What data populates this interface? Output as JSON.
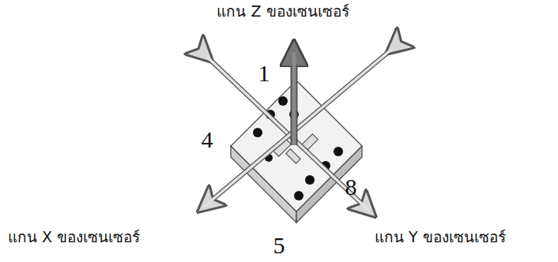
{
  "diagram": {
    "labels": [
      "แกน Z ของเซนเซอร์",
      "1",
      "4",
      "8",
      "5",
      "แกน X ของเซนเซอร์",
      "แกน Y ของเซนเซอร์"
    ]
  }
}
